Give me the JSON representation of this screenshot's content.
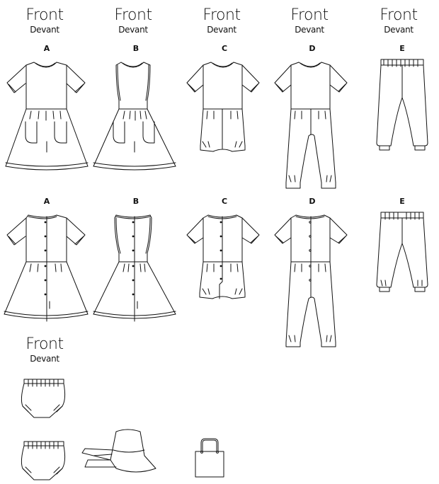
{
  "headers": [
    {
      "front": "Front",
      "devant": "Devant"
    },
    {
      "front": "Front",
      "devant": "Devant"
    },
    {
      "front": "Front",
      "devant": "Devant"
    },
    {
      "front": "Front",
      "devant": "Devant"
    },
    {
      "front": "Front",
      "devant": "Devant"
    },
    {
      "front": "Front",
      "devant": "Devant"
    }
  ],
  "row1_labels": [
    "A",
    "B",
    "C",
    "D",
    "E"
  ],
  "row2_labels": [
    "A",
    "B",
    "C",
    "D",
    "E"
  ],
  "views": {
    "row1": "front",
    "row2": "back"
  },
  "items": {
    "A": "short-sleeve dress with pockets",
    "B": "sleeveless dress with pockets",
    "C": "short-sleeve romper",
    "D": "short-sleeve jumpsuit",
    "E": "elastic-waist pants"
  },
  "accessories": [
    "bloomers",
    "bloomers",
    "bucket hat with tie",
    "tote bag"
  ],
  "colors": {
    "line": "#111111",
    "background": "#ffffff"
  }
}
